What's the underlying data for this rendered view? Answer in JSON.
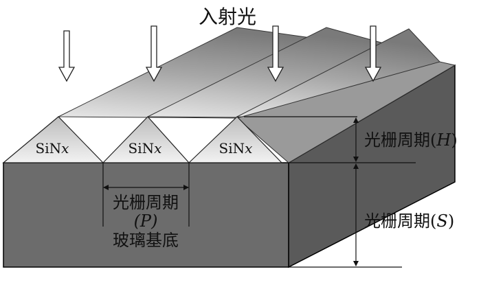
{
  "title": "入射光",
  "prisms": [
    {
      "material": "SiN",
      "suffix": "x"
    },
    {
      "material": "SiN",
      "suffix": "x"
    },
    {
      "material": "SiN",
      "suffix": "x"
    }
  ],
  "period_p": {
    "text": "光栅周期",
    "symbol": "(P)"
  },
  "substrate_label": "玻璃基底",
  "period_h": {
    "text": "光栅周期",
    "open": "(",
    "symbol": "H",
    "close": ")"
  },
  "period_s": {
    "text": "光栅周期",
    "open": "(",
    "symbol": "S",
    "close": ")"
  },
  "icons": [
    "incident-light-arrow",
    "dimension-arrow"
  ]
}
